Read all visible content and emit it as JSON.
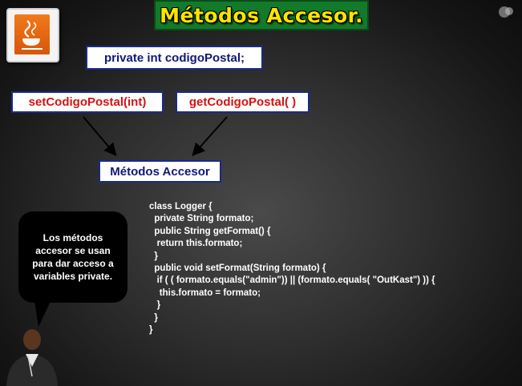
{
  "slide": {
    "title": "Métodos Accesor.",
    "field_declaration": "private int codigoPostal;",
    "setter": "setCodigoPostal(int)",
    "getter": "getCodigoPostal( )",
    "methods_label": "Métodos Accesor",
    "code": "class Logger {\n  private String formato;\n  public String getFormat() {\n   return this.formato;\n  }\n  public void setFormat(String formato) {\n   if ( ( formato.equals(\"admin\")) || (formato.equals( \"OutKast\") )) {\n    this.formato = formato;\n   }\n  }\n}",
    "speech_bubble": "Los métodos accesor se usan para dar acceso a variables private."
  },
  "colors": {
    "title_bg": "#127a2a",
    "title_text": "#ffe300",
    "box_text_blue": "#10187a",
    "box_text_red": "#d41313",
    "logo_orange": "#e8681a"
  },
  "icons": {
    "logo": "java-logo-icon",
    "corner": "corner-badge-icon",
    "presenter": "presenter-avatar"
  }
}
